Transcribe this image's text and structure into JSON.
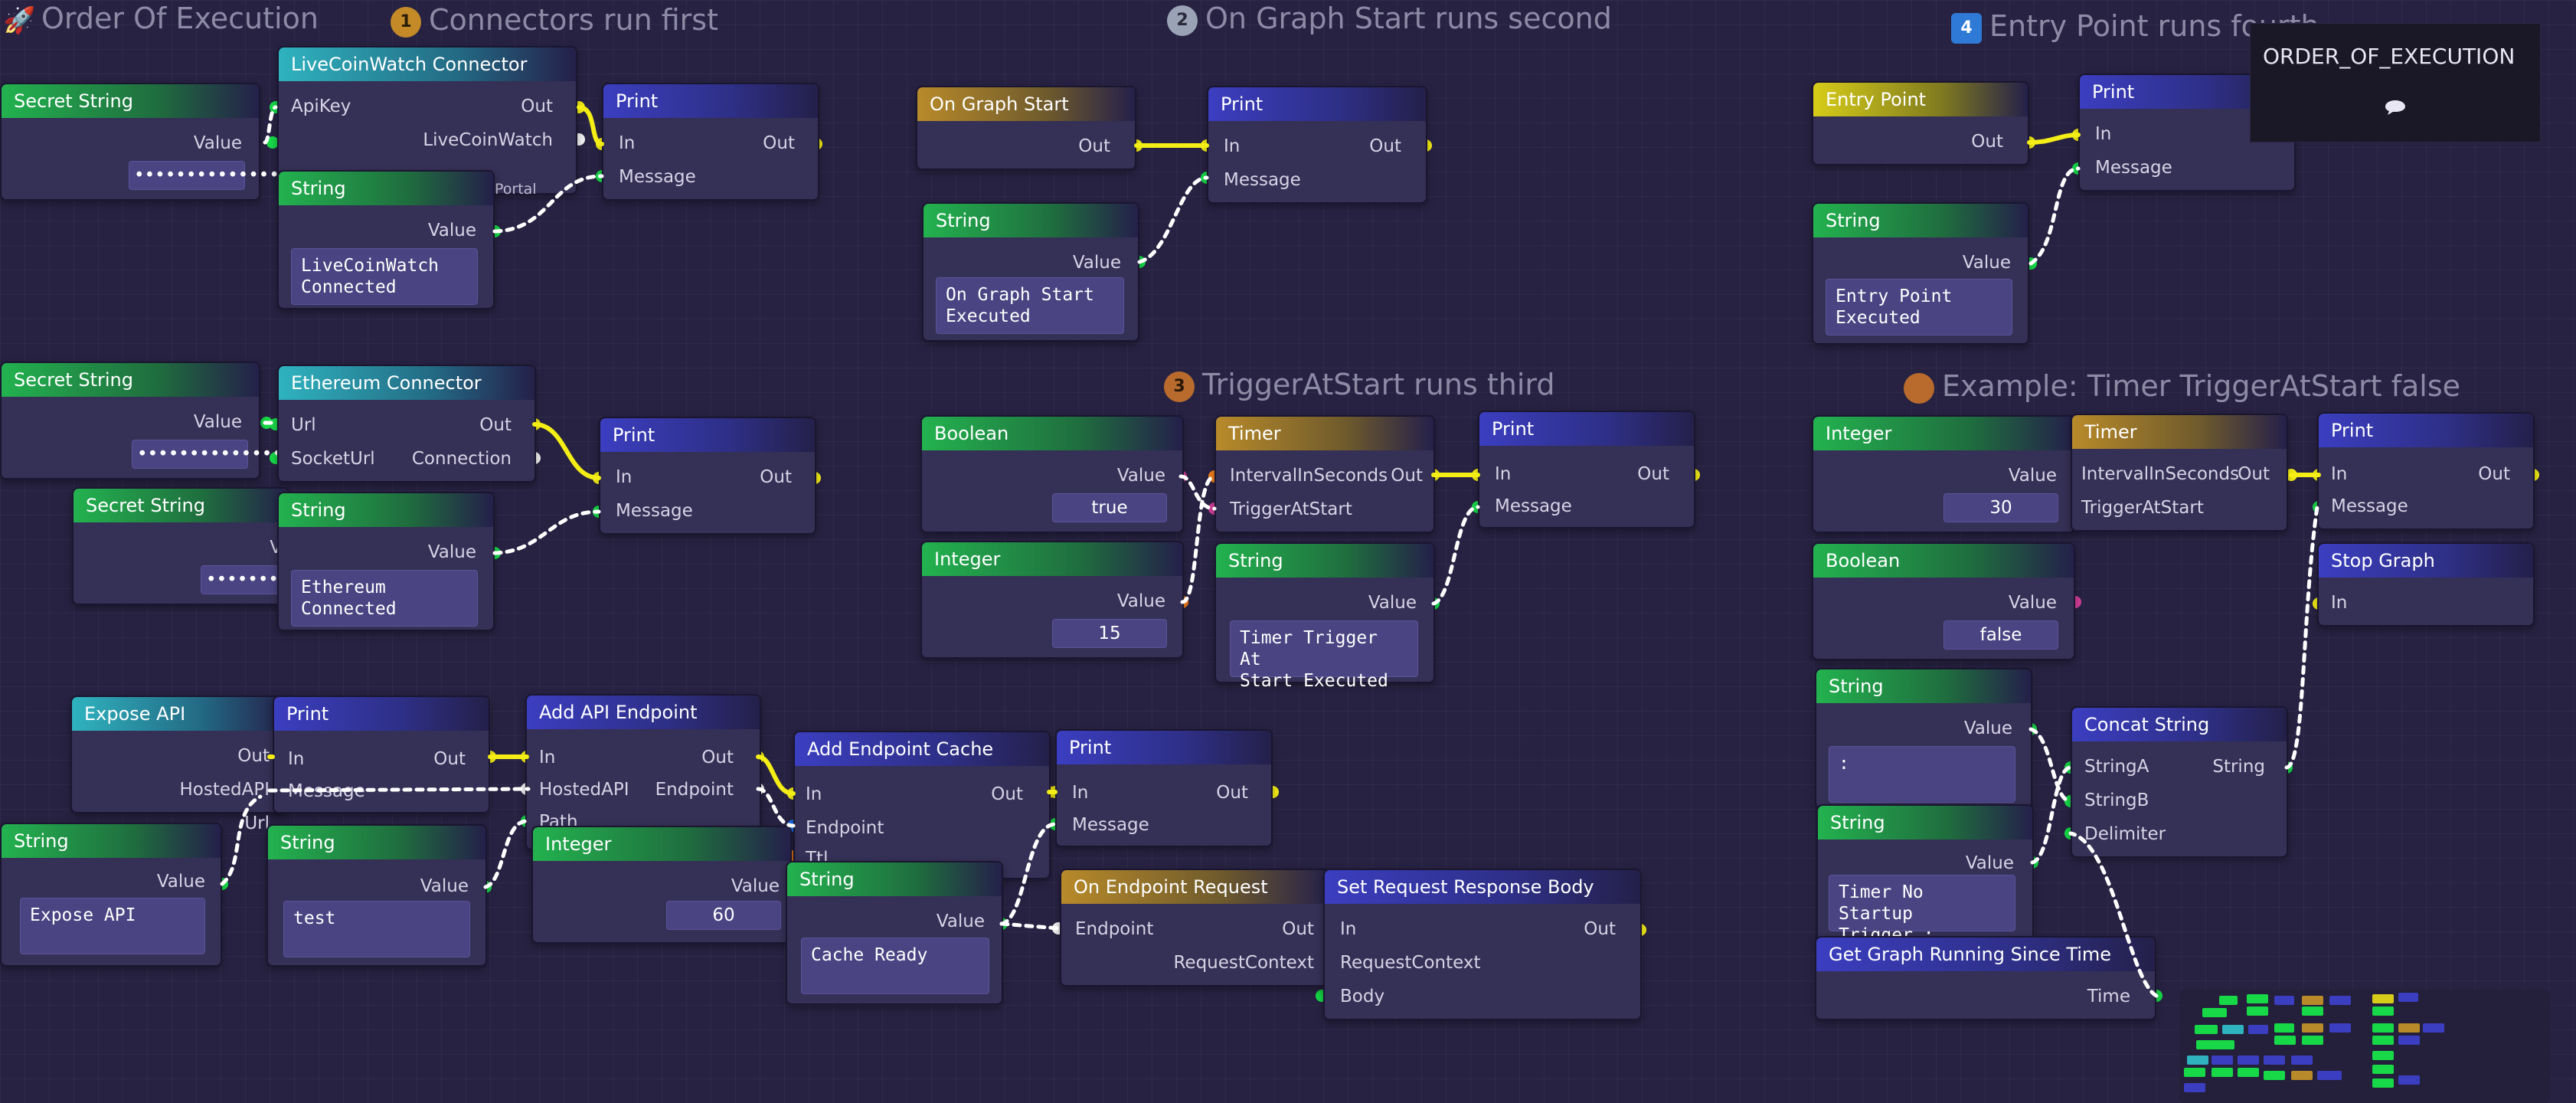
{
  "sections": {
    "order_of_execution": "Order Of Execution",
    "connectors_first": "Connectors run first",
    "on_graph_start": "On Graph Start runs second",
    "entry_point": "Entry Point runs fourth",
    "trigger_at_start": "TriggerAtStart runs third",
    "timer_example": "Example: Timer TriggerAtStart false"
  },
  "badges": {
    "first": "1",
    "second": "2",
    "third": "3",
    "fourth": "4"
  },
  "comment": {
    "title": "ORDER_OF_EXECUTION",
    "icon": "speech-bubble-icon"
  },
  "nodes": {
    "secret1": {
      "title": "Secret String",
      "value_label": "Value",
      "value": "••••••••••••••••"
    },
    "livecoin": {
      "title": "LiveCoinWatch Connector",
      "apikey": "ApiKey",
      "out": "Out",
      "livecoinwatch": "LiveCoinWatch",
      "portal": "Portal"
    },
    "print1": {
      "title": "Print",
      "in": "In",
      "out": "Out",
      "message": "Message"
    },
    "string1": {
      "title": "String",
      "value_label": "Value",
      "value": "LiveCoinWatch\nConnected"
    },
    "secret2": {
      "title": "Secret String",
      "value_label": "Value",
      "value": "••••••••••••••••"
    },
    "ethereum": {
      "title": "Ethereum Connector",
      "url": "Url",
      "socketurl": "SocketUrl",
      "out": "Out",
      "connection": "Connection"
    },
    "print2": {
      "title": "Print",
      "in": "In",
      "out": "Out",
      "message": "Message"
    },
    "secret3": {
      "title": "Secret String",
      "value_label": "V",
      "value": "••••••••••"
    },
    "string2": {
      "title": "String",
      "value_label": "Value",
      "value": "Ethereum\nConnected"
    },
    "ongraphstart": {
      "title": "On Graph Start",
      "out": "Out"
    },
    "print3": {
      "title": "Print",
      "in": "In",
      "out": "Out",
      "message": "Message"
    },
    "string3": {
      "title": "String",
      "value_label": "Value",
      "value": "On Graph Start\nExecuted"
    },
    "entrypoint": {
      "title": "Entry Point",
      "out": "Out"
    },
    "print4": {
      "title": "Print",
      "in": "In",
      "message": "Message"
    },
    "string4": {
      "title": "String",
      "value_label": "Value",
      "value": "Entry Point\nExecuted"
    },
    "boolean1": {
      "title": "Boolean",
      "value_label": "Value",
      "value": "true"
    },
    "timer1": {
      "title": "Timer",
      "interval": "IntervalInSeconds",
      "trigger": "TriggerAtStart",
      "out": "Out"
    },
    "print5": {
      "title": "Print",
      "in": "In",
      "out": "Out",
      "message": "Message"
    },
    "integer1": {
      "title": "Integer",
      "value_label": "Value",
      "value": "15"
    },
    "string5": {
      "title": "String",
      "value_label": "Value",
      "value": "Timer Trigger At\nStart Executed"
    },
    "integer2": {
      "title": "Integer",
      "value_label": "Value",
      "value": "30"
    },
    "timer2": {
      "title": "Timer",
      "interval": "IntervalInSeconds",
      "trigger": "TriggerAtStart",
      "out": "Out"
    },
    "print6": {
      "title": "Print",
      "in": "In",
      "out": "Out",
      "message": "Message"
    },
    "boolean2": {
      "title": "Boolean",
      "value_label": "Value",
      "value": "false"
    },
    "stopgraph": {
      "title": "Stop Graph",
      "in": "In"
    },
    "string6": {
      "title": "String",
      "value_label": "Value",
      "value": ":"
    },
    "concat": {
      "title": "Concat String",
      "stringa": "StringA",
      "stringb": "StringB",
      "delimiter": "Delimiter",
      "string": "String"
    },
    "string7": {
      "title": "String",
      "value_label": "Value",
      "value": "Timer No Startup\nTrigger :"
    },
    "getgraph": {
      "title": "Get Graph Running Since Time",
      "time": "Time"
    },
    "exposeapi": {
      "title": "Expose API",
      "out": "Out",
      "hostedapi": "HostedAPI",
      "url": "Url"
    },
    "print7": {
      "title": "Print",
      "in": "In",
      "out": "Out",
      "message": "Message"
    },
    "addapi": {
      "title": "Add API Endpoint",
      "in": "In",
      "out": "Out",
      "hostedapi": "HostedAPI",
      "endpoint": "Endpoint",
      "path": "Path"
    },
    "addcache": {
      "title": "Add Endpoint Cache",
      "in": "In",
      "out": "Out",
      "endpoint": "Endpoint",
      "ttl": "Ttl"
    },
    "print8": {
      "title": "Print",
      "in": "In",
      "out": "Out",
      "message": "Message"
    },
    "string8": {
      "title": "String",
      "value_label": "Value",
      "value": "Expose API"
    },
    "string9": {
      "title": "String",
      "value_label": "Value",
      "value": "test"
    },
    "integer3": {
      "title": "Integer",
      "value_label": "Value",
      "value": "60"
    },
    "string10": {
      "title": "String",
      "value_label": "Value",
      "value": "Cache Ready"
    },
    "onendpoint": {
      "title": "On Endpoint Request",
      "endpoint": "Endpoint",
      "out": "Out",
      "requestcontext": "RequestContext"
    },
    "setresponse": {
      "title": "Set Request Response Body",
      "in": "In",
      "out": "Out",
      "requestcontext": "RequestContext",
      "body": "Body"
    }
  },
  "colors": {
    "exec_wire": "#f4ee16",
    "data_wire": "#ffffff",
    "pin_green": "#17d948",
    "pin_yellow": "#f4ee16",
    "pin_orange": "#f07d1a",
    "pin_pink": "#d23e9a"
  }
}
